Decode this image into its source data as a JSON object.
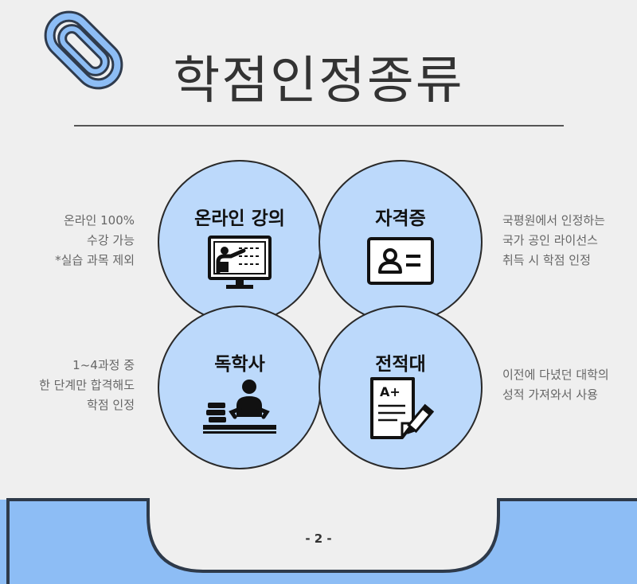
{
  "title": "학점인정종류",
  "circles": {
    "online": {
      "label": "온라인 강의",
      "icon": "teacher-at-screen-icon"
    },
    "cert": {
      "label": "자격증",
      "icon": "id-card-icon"
    },
    "self": {
      "label": "독학사",
      "icon": "student-studying-icon"
    },
    "transfer": {
      "label": "전적대",
      "icon": "graded-paper-icon"
    }
  },
  "descriptions": {
    "online": [
      "온라인 100%",
      "수강 가능",
      "*실습 과목 제외"
    ],
    "cert": [
      "국평원에서 인정하는",
      "국가 공인 라이선스",
      "취득 시 학점 인정"
    ],
    "self": [
      "1~4과정 중",
      "한 단계만 합격해도",
      "학점 인정"
    ],
    "transfer": [
      "이전에 다녔던 대학의",
      "성적 가져와서 사용"
    ]
  },
  "page_number": "- 2 -",
  "colors": {
    "background": "#efefef",
    "circle_fill": "#bcd9fb",
    "band_blue": "#8dbdf5",
    "accent_dark": "#2e3a4a"
  }
}
